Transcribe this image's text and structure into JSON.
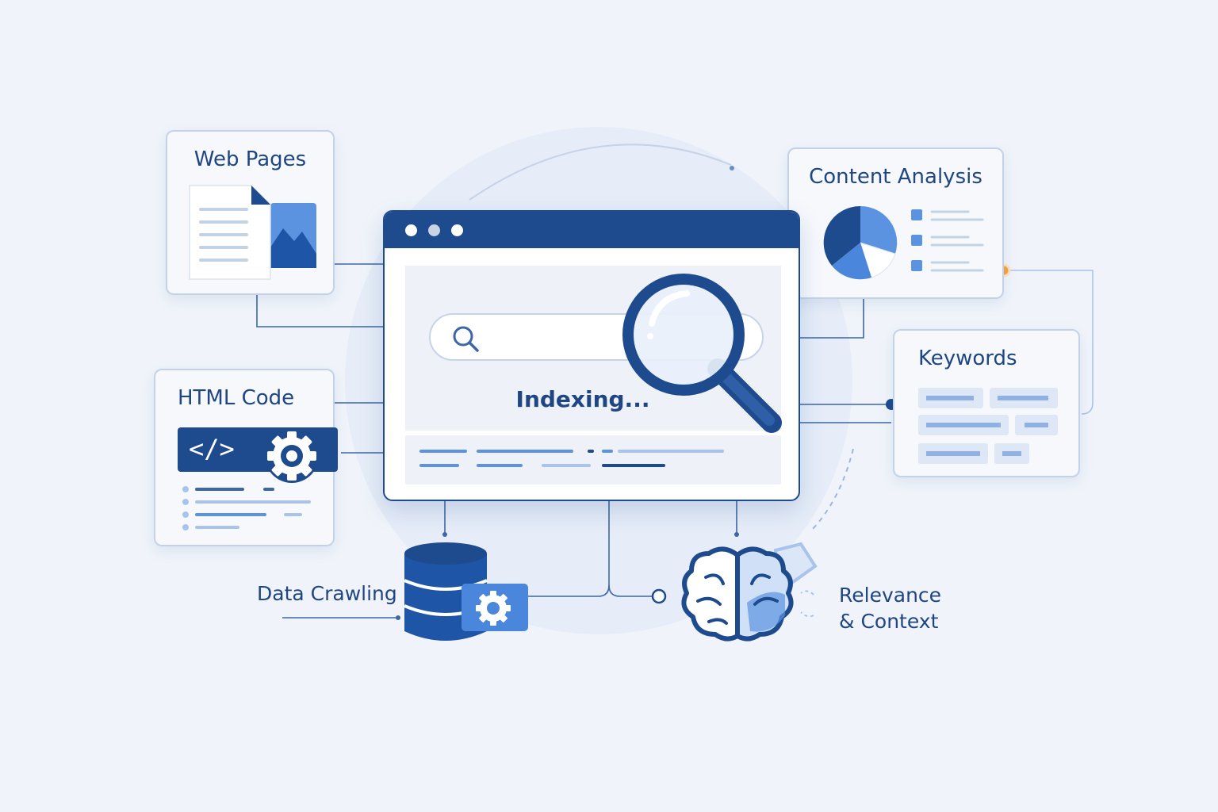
{
  "colors": {
    "background": "#f0f4fa",
    "primary": "#1e4a8e",
    "accent": "#4a86db",
    "light_accent": "#a9c4ec",
    "card_border": "#c3d2e9",
    "orange_dot": "#f5a445",
    "text": "#1f4683"
  },
  "cards": {
    "web_pages": {
      "title": "Web Pages",
      "icons": [
        "document-icon",
        "image-icon"
      ]
    },
    "html_code": {
      "title": "HTML Code",
      "code_symbol": "</>",
      "icons": [
        "code-icon",
        "gear-icon"
      ]
    },
    "content_analysis": {
      "title": "Content Analysis",
      "icons": [
        "pie-chart-icon"
      ]
    },
    "keywords": {
      "title": "Keywords"
    }
  },
  "browser": {
    "status_text": "Indexing...",
    "icons": [
      "search-icon",
      "magnifier-icon"
    ]
  },
  "nodes": {
    "data_crawling": {
      "label": "Data Crawling",
      "icons": [
        "database-icon",
        "gear-icon"
      ]
    },
    "relevance": {
      "label_line1": "Relevance",
      "label_line2": "& Context",
      "icons": [
        "brain-icon",
        "tag-icon"
      ]
    }
  }
}
